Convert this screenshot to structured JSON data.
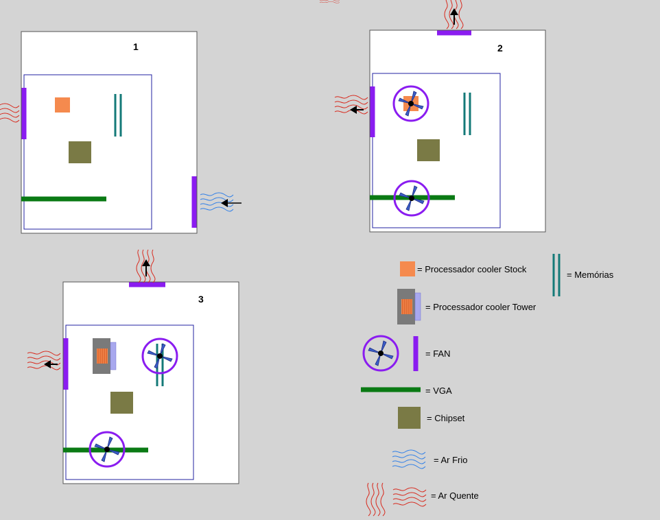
{
  "colors": {
    "background": "#d4d4d4",
    "case_fill": "#ffffff",
    "board_border": "#2020a0",
    "fan_purple": "#8a1cf0",
    "vga_green": "#0a7a14",
    "memory_teal": "#147a78",
    "cpu_orange": "#f58a4e",
    "chipset_olive": "#7a7a45",
    "cold_air": "#2f7fe8",
    "hot_air": "#d8281c",
    "tower_gray": "#7a7a7a",
    "tower_lavender": "#a8a8ee"
  },
  "diagrams": [
    {
      "number": "1"
    },
    {
      "number": "2"
    },
    {
      "number": "3"
    }
  ],
  "legend": {
    "cpu_stock": "= Processador cooler Stock",
    "cpu_tower": "= Processador cooler Tower",
    "fan": "= FAN",
    "vga": "= VGA",
    "chipset": "= Chipset",
    "cold_air": "= Ar Frio",
    "hot_air": "= Ar Quente",
    "memory": "= Memórias"
  },
  "icons": [
    "fan-icon",
    "arrow-icon",
    "cold-air-icon",
    "hot-air-icon",
    "tower-cooler-icon",
    "cpu-stock-icon",
    "chipset-icon",
    "memory-icon"
  ]
}
